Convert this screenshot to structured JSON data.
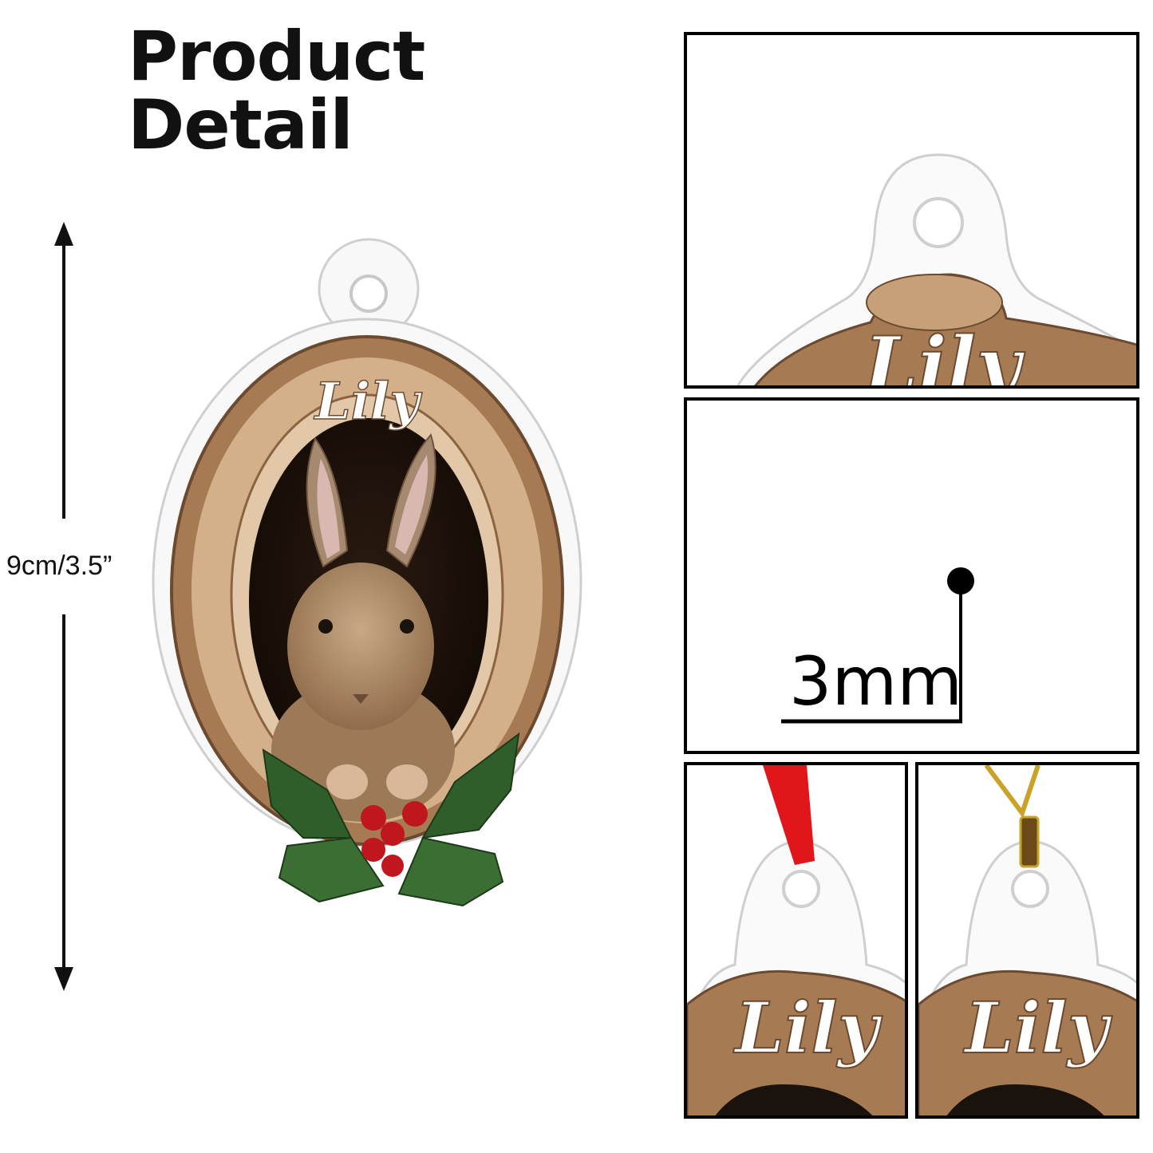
{
  "header": {
    "title": "Product Detail"
  },
  "dimension": {
    "height_label": "9cm/3.5”"
  },
  "ornament": {
    "name_text": "Lily",
    "subject": "rabbit-in-log-frame-with-holly"
  },
  "details": {
    "thickness_label": "3mm",
    "panel_top_name": "Lily",
    "panel_ribbon_name": "Lily",
    "panel_cord_name": "Lily"
  },
  "colors": {
    "wood": "#b98a5e",
    "wood_dark": "#6b4a2f",
    "holly": "#2f5e2a",
    "berry": "#c0171e",
    "ribbon": "#e0161b",
    "gold_cord": "#c9a227"
  }
}
